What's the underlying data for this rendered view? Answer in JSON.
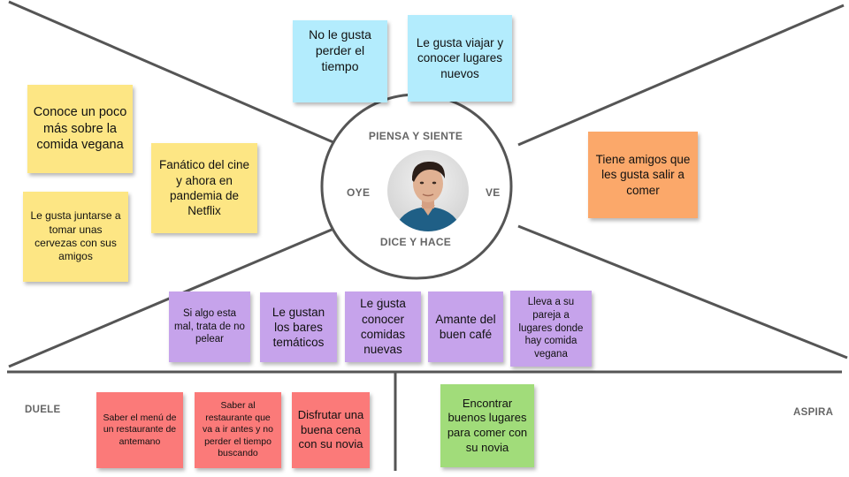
{
  "colors": {
    "line": "#555555",
    "circle_fill": "#ffffff",
    "blue": "#b3ecfd",
    "yellow": "#fde684",
    "orange": "#fba86a",
    "purple": "#c6a3eb",
    "red": "#fb7a79",
    "green": "#a1dc7a"
  },
  "center": {
    "piensa": "PIENSA Y SIENTE",
    "oye": "OYE",
    "ve": "VE",
    "dice": "DICE Y HACE",
    "avatar_icon": "person-photo-icon"
  },
  "sections": {
    "duele": "DUELE",
    "aspira": "ASPIRA"
  },
  "notes": {
    "piensa_1": "No le gusta perder el tiempo",
    "piensa_2": "Le gusta viajar y conocer lugares nuevos",
    "oye_1": "Conoce un poco más sobre la comida vegana",
    "oye_2": "Fanático del cine y ahora en pandemia de Netflix",
    "oye_3": "Le gusta juntarse a tomar unas cervezas con sus amigos",
    "ve_1": "Tiene amigos que les gusta salir a comer",
    "dice_1": "Si algo esta mal, trata de no pelear",
    "dice_2": "Le gustan los bares temáticos",
    "dice_3_mark": ".",
    "dice_3": "Le gusta conocer comidas nuevas",
    "dice_4": "Amante del buen café",
    "dice_5": "Lleva a su pareja a lugares donde hay comida vegana",
    "duele_1": "Saber el menú de un restaurante de antemano",
    "duele_2": "Saber al restaurante que va a ir antes y no perder el tiempo buscando",
    "duele_3": "Disfrutar una buena cena con su novia",
    "aspira_1": "Encontrar buenos lugares para comer con su novia"
  }
}
